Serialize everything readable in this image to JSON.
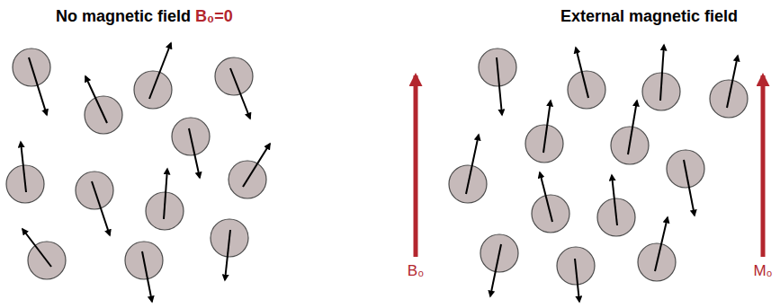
{
  "diagram": {
    "labels": [
      "No magnetic field",
      "B₀=0",
      "External magnetic field",
      "B₀",
      "M₀"
    ]
  }
}
